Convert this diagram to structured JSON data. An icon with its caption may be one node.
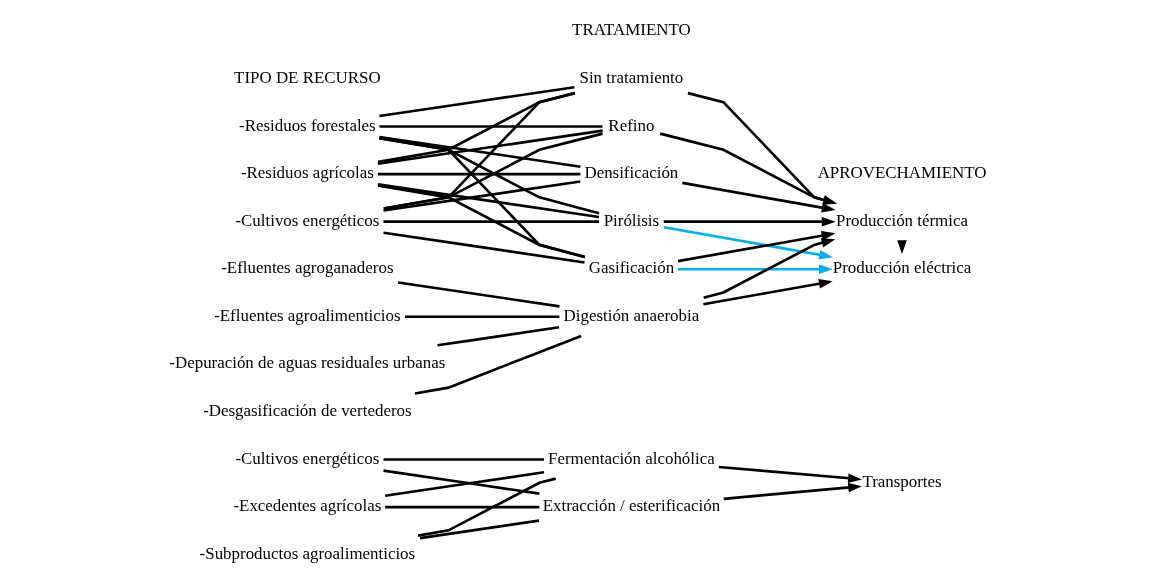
{
  "diagram": {
    "nodes": [
      {
        "text": [
          "-Residuos forestales"
        ]
      },
      {
        "text": [
          "-Residuos agrícolas"
        ]
      },
      {
        "text": [
          "-Cultivos energéticos"
        ]
      },
      {
        "text": [
          "Sin tratamiento"
        ]
      },
      {
        "text": [
          "Refino"
        ]
      },
      {
        "text": [
          "Densificación"
        ]
      },
      {
        "text": [
          "Pirólisis"
        ]
      },
      {
        "text": [
          "Gasificación"
        ]
      },
      {
        "text": [
          "-Efluentes agroganaderos"
        ]
      },
      {
        "text": [
          "-Efluentes agroalimenticios"
        ]
      },
      {
        "text": [
          "-Depuración de aguas residuales urbanas"
        ]
      },
      {
        "text": [
          "-Desgasificación de vertederos"
        ]
      },
      {
        "text": [
          "Digestión anaerobia"
        ]
      },
      {
        "text": [
          "-Cultivos energéticos"
        ]
      },
      {
        "text": [
          "-Excedentes agrícolas"
        ]
      },
      {
        "text": [
          "-Subproductos agroalimenticios"
        ]
      },
      {
        "text": [
          "Fermentación alcohólica"
        ]
      },
      {
        "text": [
          "Extracción / esterificación"
        ]
      },
      {
        "text": [
          "Producción térmica"
        ]
      },
      {
        "text": [
          "Producción eléctrica"
        ]
      },
      {
        "text": [
          "Transportes"
        ]
      }
    ],
    "edges": [
      {
        "from": 0,
        "to": 3,
        "arrow": "none"
      },
      {
        "from": 0,
        "to": 4,
        "arrow": "none"
      },
      {
        "from": 0,
        "to": 5,
        "arrow": "none"
      },
      {
        "from": 0,
        "to": 6,
        "arrow": "none"
      },
      {
        "from": 0,
        "to": 7,
        "arrow": "none"
      },
      {
        "from": 1,
        "to": 3,
        "arrow": "none"
      },
      {
        "from": 1,
        "to": 4,
        "arrow": "none"
      },
      {
        "from": 1,
        "to": 5,
        "arrow": "none"
      },
      {
        "from": 1,
        "to": 6,
        "arrow": "none"
      },
      {
        "from": 1,
        "to": 7,
        "arrow": "none"
      },
      {
        "from": 2,
        "to": 3,
        "arrow": "none"
      },
      {
        "from": 2,
        "to": 4,
        "arrow": "none"
      },
      {
        "from": 2,
        "to": 5,
        "arrow": "none"
      },
      {
        "from": 2,
        "to": 6,
        "arrow": "none"
      },
      {
        "from": 2,
        "to": 7,
        "arrow": "none"
      },
      {
        "from": 3,
        "to": 18,
        "arrow": "to"
      },
      {
        "from": 4,
        "to": 18,
        "arrow": "to"
      },
      {
        "from": 5,
        "to": 18,
        "arrow": "to"
      },
      {
        "from": 6,
        "to": 18,
        "arrow": "to"
      },
      {
        "from": 7,
        "to": 18,
        "arrow": "to"
      },
      {
        "from": 6,
        "to": 19,
        "arrow": "to",
        "color": "#00b0f0"
      },
      {
        "from": 7,
        "to": 19,
        "arrow": "to",
        "color": "#00b0f0"
      },
      {
        "from": 8,
        "to": 12,
        "arrow": "none"
      },
      {
        "from": 9,
        "to": 12,
        "arrow": "none"
      },
      {
        "from": 10,
        "to": 12,
        "arrow": "none"
      },
      {
        "from": 11,
        "to": 12,
        "arrow": "none"
      },
      {
        "from": 12,
        "to": 19,
        "arrow": "to"
      },
      {
        "from": 12,
        "to": 18,
        "arrow": "to"
      },
      {
        "from": 18,
        "to": 19,
        "arrow": "to"
      },
      {
        "from": 13,
        "to": 16,
        "arrow": "none"
      },
      {
        "from": 13,
        "to": 17,
        "arrow": "none"
      },
      {
        "from": 14,
        "to": 16,
        "arrow": "none"
      },
      {
        "from": 14,
        "to": 17,
        "arrow": "none"
      },
      {
        "from": 15,
        "to": 16,
        "arrow": "none"
      },
      {
        "from": 15,
        "to": 17,
        "arrow": "none"
      },
      {
        "from": 16,
        "to": 20,
        "arrow": "to"
      },
      {
        "from": 17,
        "to": 20,
        "arrow": "to"
      }
    ],
    "labels": [
      "TIPO DE RECURSO",
      "TRATAMIENTO",
      "APROVECHAMIENTO"
    ]
  }
}
